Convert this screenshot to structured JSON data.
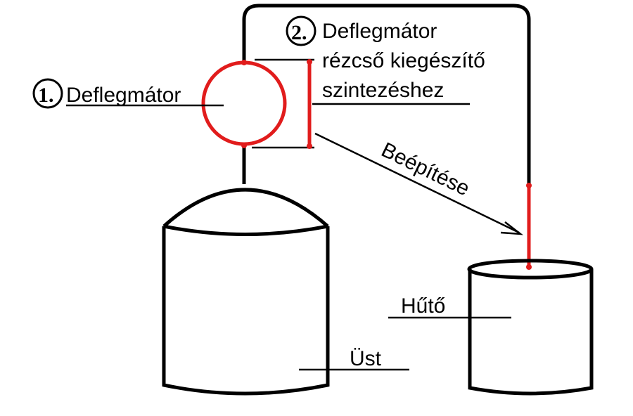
{
  "labels": {
    "deflegmator_num": "1.",
    "deflegmator": "Deflegmátor",
    "addon_num": "2.",
    "addon_line1": "Deflegmátor",
    "addon_line2": "rézcső kiegészítő",
    "addon_line3": "szintezéshez",
    "install": "Beépítése",
    "cooler": "Hűtő",
    "pot": "Üst"
  },
  "colors": {
    "line": "#000000",
    "highlight": "#e11c1c",
    "background": "#ffffff"
  }
}
